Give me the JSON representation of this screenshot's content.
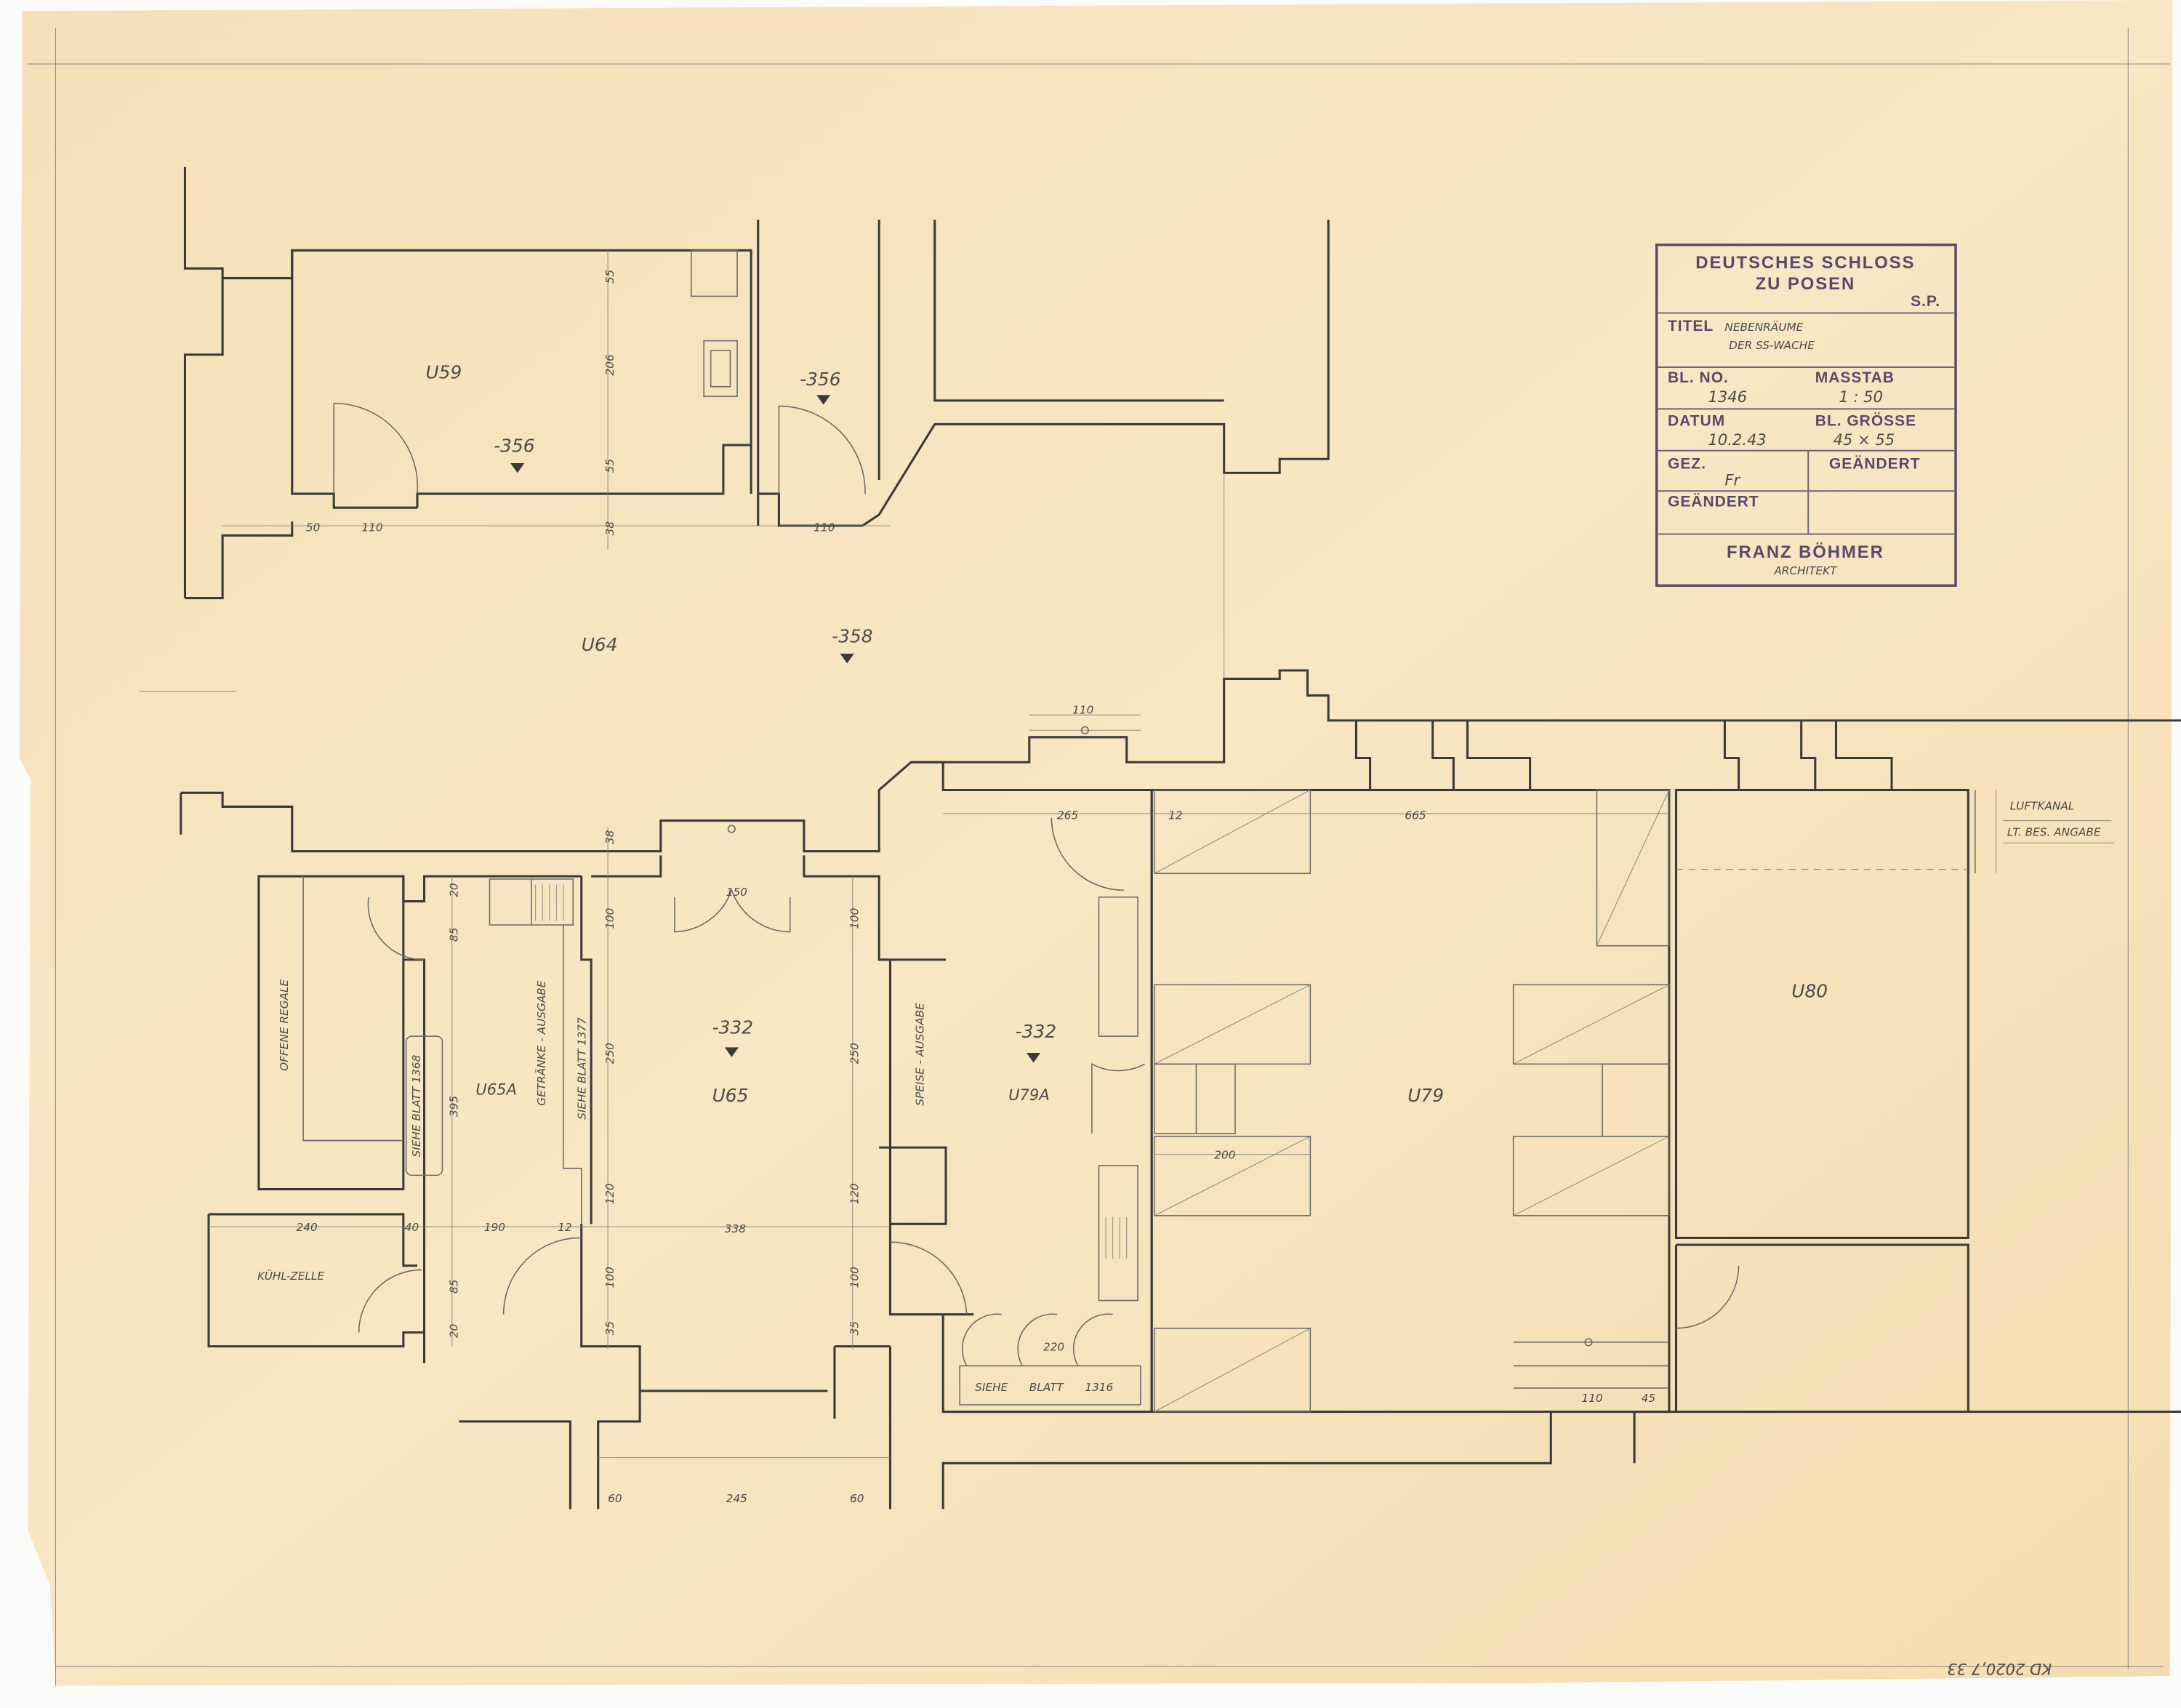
{
  "sheet": {
    "paper_color": "#f7e4c0",
    "archive_number": "KD 2020,7 33"
  },
  "title_block": {
    "project_line1": "DEUTSCHES SCHLOSS",
    "project_line2": "ZU POSEN",
    "initials": "S.P.",
    "title_label": "TITEL",
    "title_line1": "NEBENRÄUME",
    "title_line2": "DER SS-WACHE",
    "sheet_no_label": "BL. NO.",
    "sheet_no": "1346",
    "scale_label": "MASSTAB",
    "scale": "1 : 50",
    "date_label": "DATUM",
    "date": "10.2.43",
    "size_label": "BL. GRÖSSE",
    "size": "45 × 55",
    "drawn_label": "GEZ.",
    "drawn_by": "Fr",
    "changed_label_right": "GEÄNDERT",
    "changed_label_left": "GEÄNDERT",
    "architect": "FRANZ BÖHMER",
    "architect_role": "ARCHITEKT"
  },
  "rooms": {
    "u59": "U59",
    "u64": "U64",
    "u65": "U65",
    "u65a": "U65A",
    "u79": "U79",
    "u79a": "U79A",
    "u80": "U80"
  },
  "levels": {
    "u59": "-356",
    "stair": "-356",
    "u64": "-358",
    "u65": "-332",
    "u79a": "-332"
  },
  "notes": {
    "open_shelves": "OFFENE REGALE",
    "see_sheet_1368": "SIEHE BLATT 1368",
    "drinks_counter": "GETRÄNKE - AUSGABE",
    "see_sheet_1377": "SIEHE BLATT 1377",
    "cold_room": "KÜHL-ZELLE",
    "food_counter": "SPEISE - AUSGABE",
    "see": "SIEHE",
    "sheet": "BLATT",
    "sheet_1316": "1316",
    "air_duct": "LUFTKANAL",
    "per_spec": "LT. BES. ANGABE"
  },
  "dimensions": {
    "u59_top": "55",
    "u59_mid": "206",
    "u59_bot": "55",
    "u59_wall": "38",
    "u59_w50": "50",
    "u59_door": "110",
    "stair_door": "110",
    "niche_110": "110",
    "wall_38": "38",
    "door_150": "150",
    "u65_l100a": "100",
    "u65_l250": "250",
    "u65_l120": "120",
    "u65_l100b": "100",
    "u65_l35": "35",
    "u65_r100a": "100",
    "u65_r250": "250",
    "u65_r120": "120",
    "u65_r100b": "100",
    "u65_r35": "35",
    "u65a_20a": "20",
    "u65a_85a": "85",
    "u65a_395": "395",
    "u65a_85b": "85",
    "u65a_20b": "20",
    "w240": "240",
    "w40": "40",
    "w190": "190",
    "w12": "12",
    "w338": "338",
    "b60a": "60",
    "b245": "245",
    "b60b": "60",
    "u79a_265": "265",
    "u79_12": "12",
    "u79_665": "665",
    "u79_200": "200",
    "u79a_220": "220",
    "u80_110": "110",
    "u80_45": "45"
  }
}
